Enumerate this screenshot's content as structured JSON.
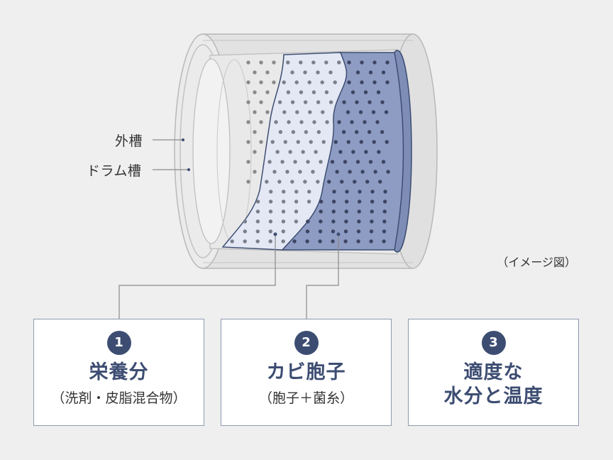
{
  "labels": {
    "outer_tub": "外槽",
    "drum_tub": "ドラム槽",
    "caption": "（イメージ図）"
  },
  "cards": [
    {
      "number": "1",
      "title": "栄養分",
      "subtitle": "（洗剤・皮脂混合物）"
    },
    {
      "number": "2",
      "title": "カビ胞子",
      "subtitle": "（胞子＋菌糸）"
    },
    {
      "number": "3",
      "title_line1": "適度な",
      "title_line2": "水分と温度"
    }
  ],
  "colors": {
    "background": "#efefef",
    "accent_navy": "#3d4d72",
    "mold_layer": "#8e9cc3",
    "spore_layer": "#e3e8f4",
    "card_border": "#8f9aae"
  }
}
